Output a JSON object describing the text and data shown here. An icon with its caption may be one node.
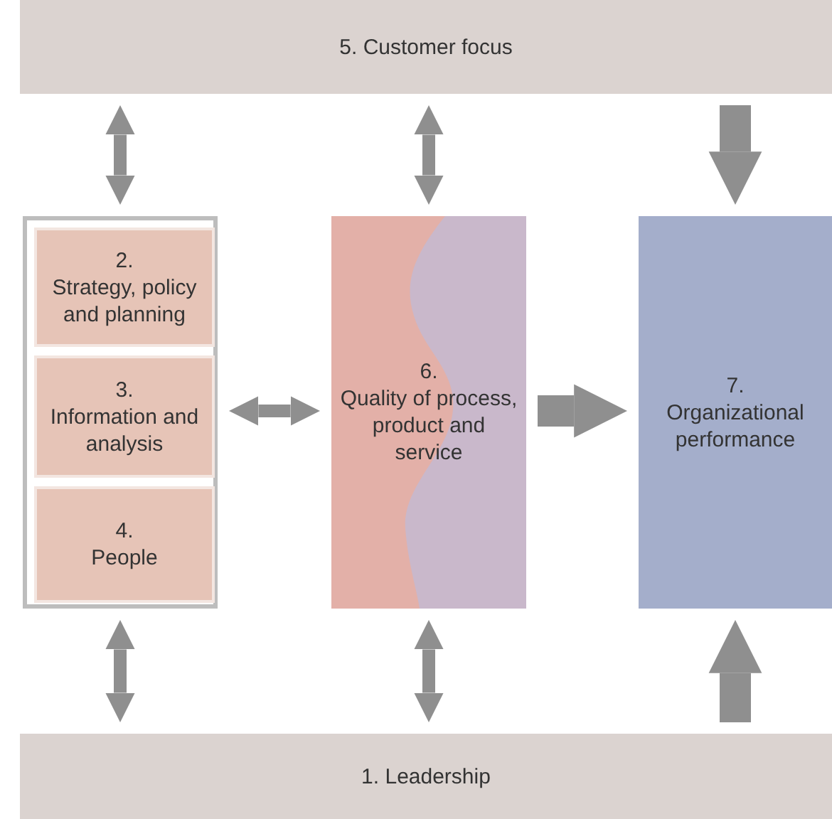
{
  "diagram": {
    "nodes": [
      {
        "text": [
          "5. Customer focus"
        ]
      },
      {
        "text": [],
        "shape": "box"
      },
      {
        "text": [
          "2.",
          "Strategy, policy and planning"
        ],
        "in": 1
      },
      {
        "text": [
          "3.",
          "Information and analysis"
        ],
        "in": 1
      },
      {
        "text": [
          "4.",
          "People"
        ],
        "in": 1
      },
      {
        "text": [
          "6.",
          "Quality of process, product and service"
        ]
      },
      {
        "text": [
          "7.",
          "Organizational performance"
        ]
      },
      {
        "text": [
          "1. Leadership"
        ]
      }
    ],
    "edges": [
      {
        "from": 0,
        "to": 1,
        "arrow": "both"
      },
      {
        "from": 0,
        "to": 5,
        "arrow": "both"
      },
      {
        "from": 0,
        "to": 6,
        "arrow": "to",
        "style": "thick"
      },
      {
        "from": 7,
        "to": 1,
        "arrow": "both"
      },
      {
        "from": 7,
        "to": 5,
        "arrow": "both"
      },
      {
        "from": 7,
        "to": 6,
        "arrow": "to",
        "style": "thick"
      },
      {
        "from": 1,
        "to": 5,
        "arrow": "both"
      },
      {
        "from": 5,
        "to": 6,
        "arrow": "to",
        "style": "thick"
      }
    ]
  }
}
